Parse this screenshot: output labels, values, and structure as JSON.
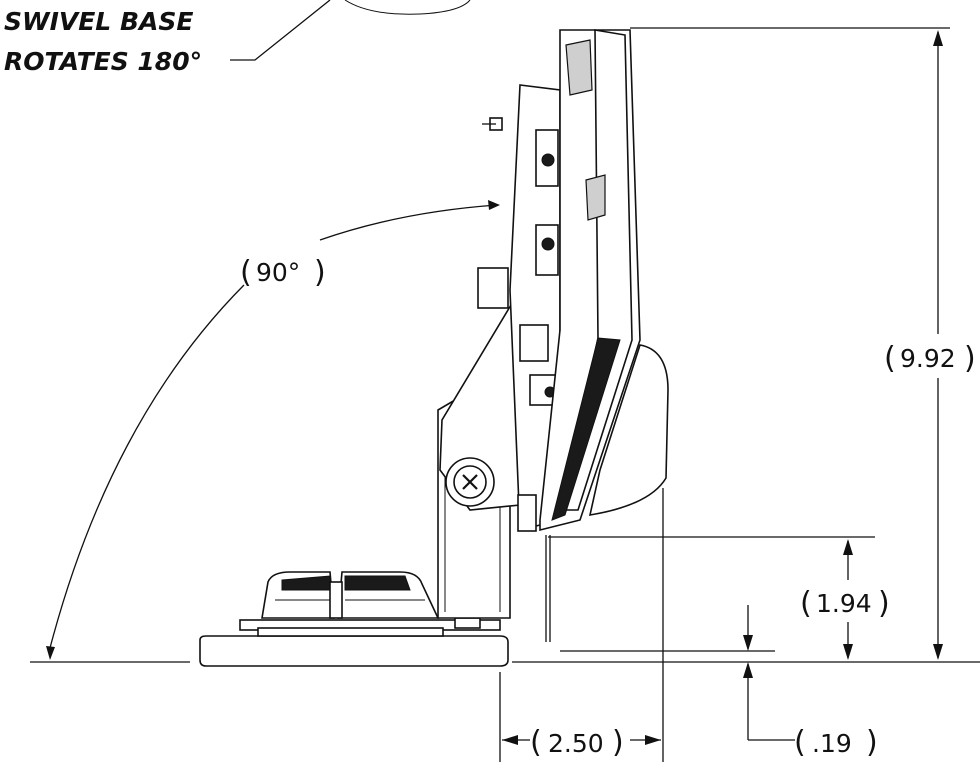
{
  "note": {
    "line1": "SWIVEL BASE",
    "line2": "ROTATES 180°"
  },
  "dimensions": {
    "angle": "90°",
    "height_total": "9.92",
    "height_lower": "1.94",
    "base_offset": "2.50",
    "gap": ".19"
  }
}
